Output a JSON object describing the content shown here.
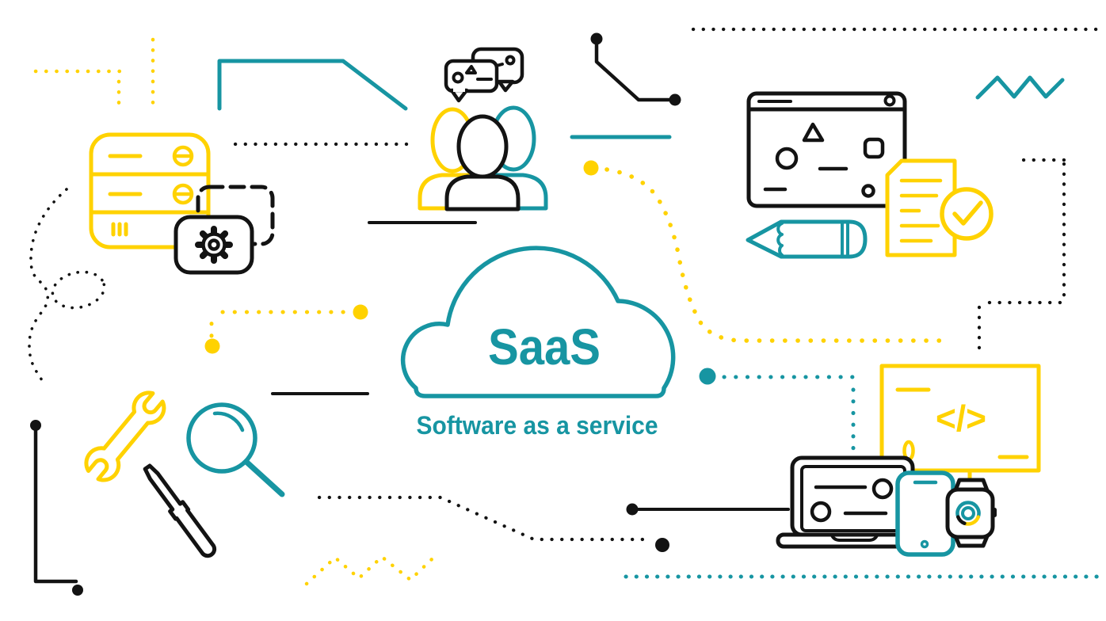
{
  "title": {
    "main": "SaaS",
    "subtitle": "Software as a service"
  },
  "code_sign": {
    "symbol": "</>"
  },
  "colors": {
    "teal": "#1795A2",
    "yellow": "#FFD200",
    "black": "#131313",
    "background": "#FFFFFF"
  },
  "icons": [
    "cloud-icon",
    "server-icon",
    "gear-icon",
    "dashed-panel-icon",
    "team-icon",
    "chat-bubbles-icon",
    "browser-window-icon",
    "checklist-document-icon",
    "check-circle-icon",
    "pencil-icon",
    "code-sign-icon",
    "laptop-icon",
    "smartphone-icon",
    "smartwatch-icon",
    "wrench-icon",
    "screwdriver-icon",
    "magnifier-icon",
    "zigzag-line",
    "dotted-lines"
  ]
}
